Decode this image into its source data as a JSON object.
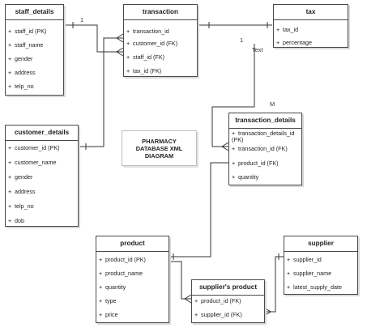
{
  "diagram_title": [
    "PHARMACY",
    "DATABASE XML",
    "DIAGRAM"
  ],
  "entities": {
    "staff_details": {
      "name": "staff_details",
      "attributes": [
        "staff_id (PK)",
        "staff_name",
        "gender",
        "address",
        "telp_no"
      ]
    },
    "transaction": {
      "name": "transaction",
      "attributes": [
        "transaction_id",
        "customer_id (FK)",
        "staff_id (FK)",
        "tax_id (FK)"
      ]
    },
    "tax": {
      "name": "tax",
      "attributes": [
        "tax_id",
        "percentage"
      ]
    },
    "customer_details": {
      "name": "customer_details",
      "attributes": [
        "customer_id (PK)",
        "customer_name",
        "gender",
        "address",
        "telp_no",
        "dob"
      ]
    },
    "transaction_details": {
      "name": "transaction_details",
      "attributes": [
        "transaction_details_id (PK)",
        "transaction_id (FK)",
        "product_id (FK)",
        "quantity"
      ]
    },
    "product": {
      "name": "product",
      "attributes": [
        "product_id (PK)",
        "product_name",
        "quantity",
        "type",
        "price"
      ]
    },
    "supplier": {
      "name": "supplier",
      "attributes": [
        "supplier_id",
        "supplier_name",
        "latest_supply_date"
      ]
    },
    "suppliers_product": {
      "name": "supplier's product",
      "attributes": [
        "product_id (FK)",
        "supplier_id (FK)"
      ]
    }
  },
  "bullet": "+",
  "edge_labels": {
    "staff_marker": "1",
    "tax_marker": "1",
    "text_label": "Text",
    "many_marker": "M"
  },
  "colors": {
    "border": "#4a4a4a",
    "line": "#333333",
    "background": "#ffffff"
  }
}
